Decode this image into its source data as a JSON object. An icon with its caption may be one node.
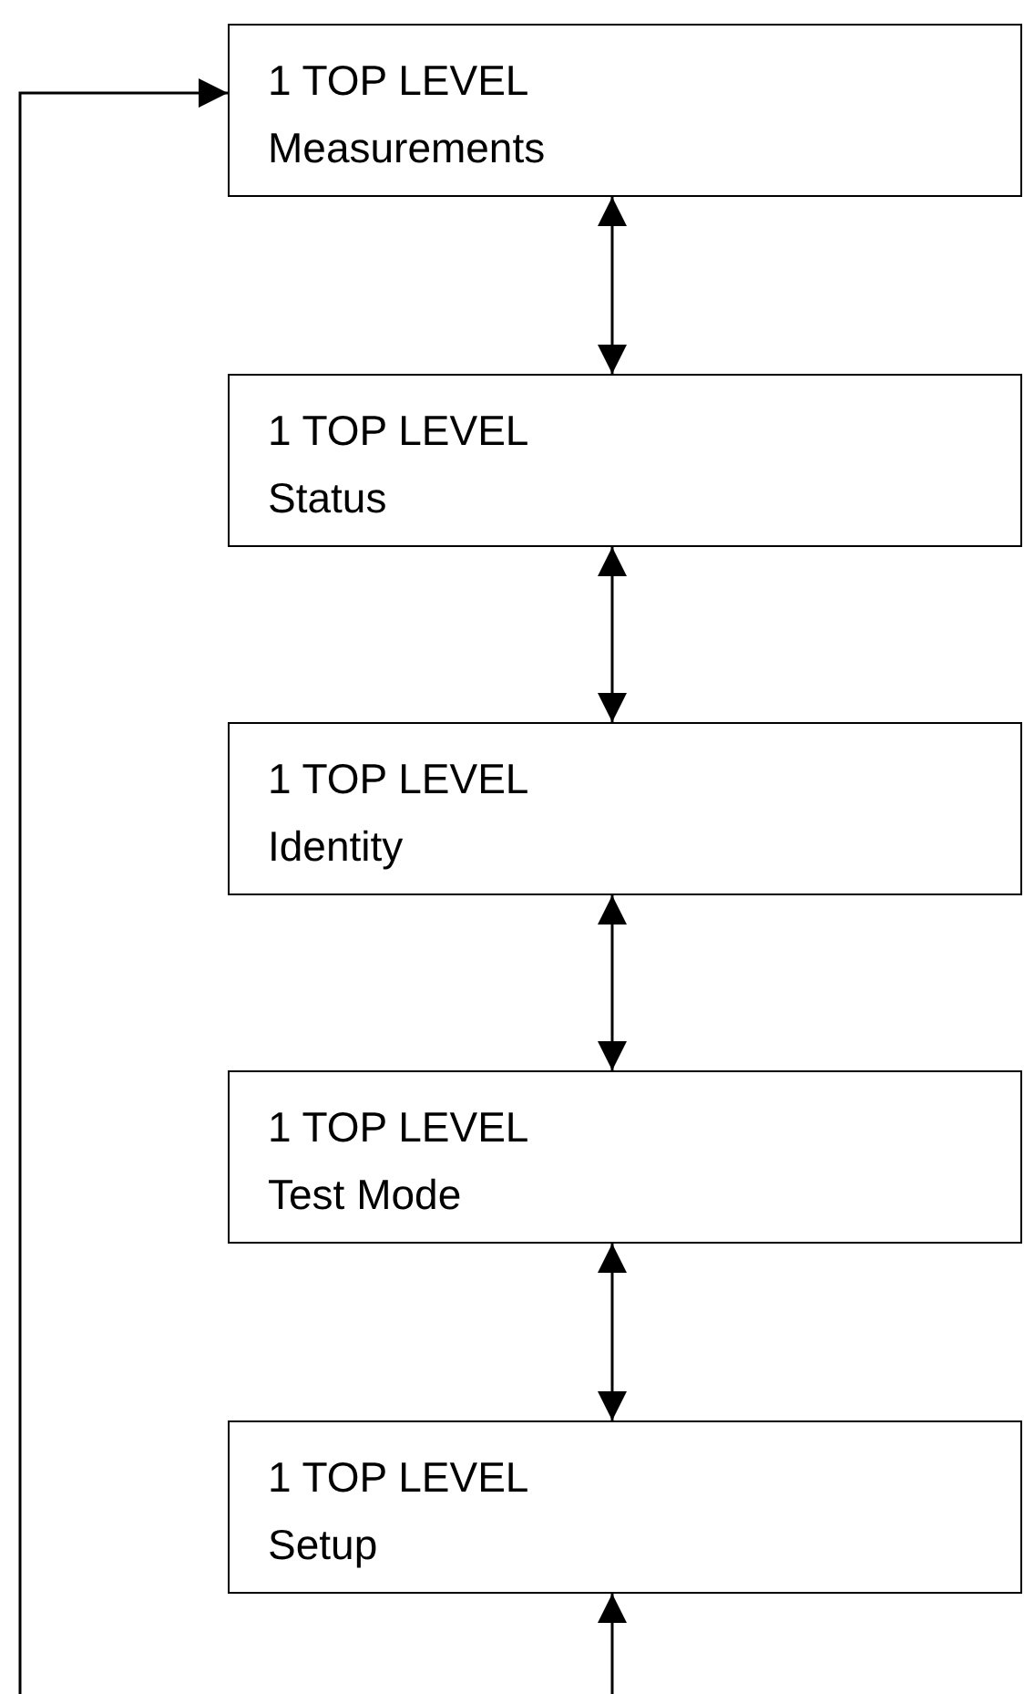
{
  "diagram": {
    "nodes": [
      {
        "text": [
          "1 TOP LEVEL",
          "Measurements"
        ]
      },
      {
        "text": [
          "1 TOP LEVEL",
          "Status"
        ]
      },
      {
        "text": [
          "1 TOP LEVEL",
          "Identity"
        ]
      },
      {
        "text": [
          "1 TOP LEVEL",
          "Test Mode"
        ]
      },
      {
        "text": [
          "1 TOP LEVEL",
          "Setup"
        ]
      }
    ],
    "edges": [
      {
        "from": 0,
        "to": 1,
        "arrow": "both"
      },
      {
        "from": 1,
        "to": 2,
        "arrow": "both"
      },
      {
        "from": 2,
        "to": 3,
        "arrow": "both"
      },
      {
        "from": 3,
        "to": 4,
        "arrow": "both"
      },
      {
        "from": null,
        "to": 4,
        "arrow": "to"
      },
      {
        "from": null,
        "to": 0,
        "arrow": "to"
      }
    ]
  }
}
